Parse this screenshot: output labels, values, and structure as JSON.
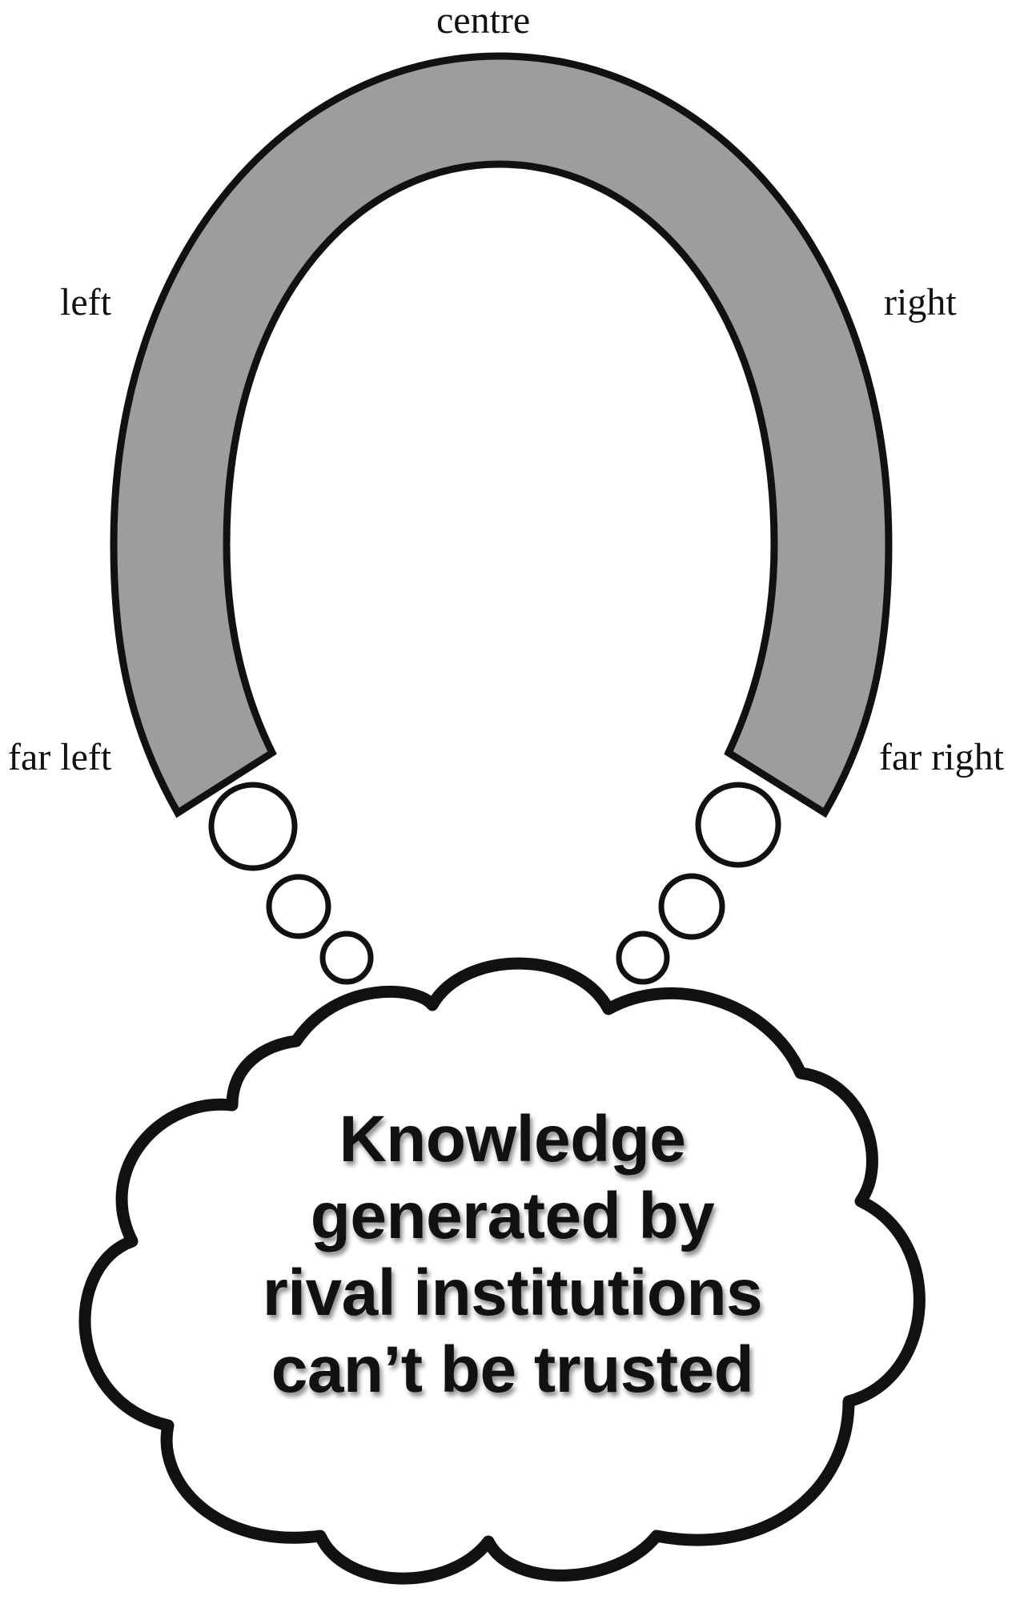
{
  "spectrum": {
    "centre": "centre",
    "left": "left",
    "right": "right",
    "far_left": "far left",
    "far_right": "far right"
  },
  "thought": {
    "lines": [
      "Knowledge",
      "generated by",
      "rival institutions",
      "can’t be trusted"
    ]
  },
  "colors": {
    "arc_fill": "#9d9d9e",
    "outline": "#111111",
    "background": "#ffffff"
  }
}
